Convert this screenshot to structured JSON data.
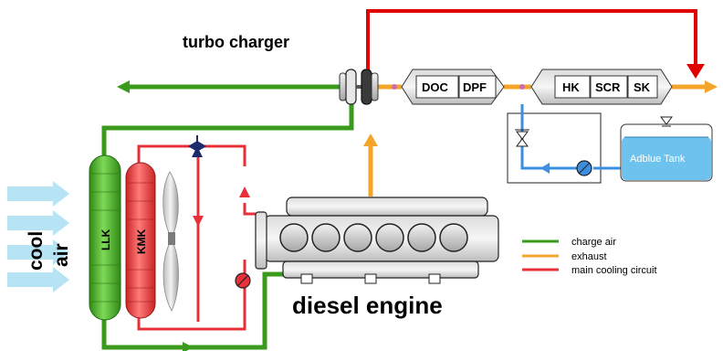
{
  "labels": {
    "turbo_charger": "turbo charger",
    "diesel_engine": "diesel engine",
    "cool": "cool",
    "air": "air",
    "doc": "DOC",
    "dpf": "DPF",
    "hk": "HK",
    "scr": "SCR",
    "sk": "SK",
    "llk": "LLK",
    "kmk": "KMK",
    "adblue_tank": "Adblue Tank"
  },
  "legend": [
    {
      "label": "charge air",
      "color": "#3a9a1c"
    },
    {
      "label": "exhaust",
      "color": "#f4a428"
    },
    {
      "label": "main cooling circuit",
      "color": "#e8303a"
    }
  ],
  "colors": {
    "charge_air": "#3a9a1c",
    "exhaust": "#f4a428",
    "cooling": "#e8303a",
    "adblue_line": "#3b8fe0",
    "adblue_fill": "#6ec3ee",
    "bypass_arrow": "#e00000",
    "cool_air": "#a9dff3"
  }
}
